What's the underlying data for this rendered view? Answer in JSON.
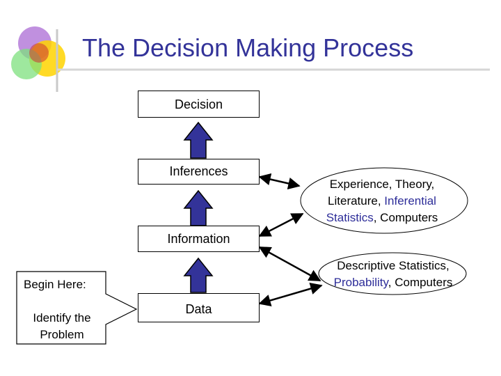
{
  "title": "The Decision Making Process",
  "colors": {
    "title": "#333399",
    "arrow_fill": "#333399",
    "highlight_text": "#2d2d99"
  },
  "steps": {
    "decision": "Decision",
    "inferences": "Inferences",
    "information": "Information",
    "data": "Data"
  },
  "start": {
    "begin": "Begin Here:",
    "identify": "Identify the Problem"
  },
  "notes": {
    "inference_sources": {
      "part1": "Experience, Theory, Literature, ",
      "part2": "Inferential Statistics",
      "part3": ", Computers"
    },
    "information_sources": {
      "part1": "Descriptive Statistics, ",
      "part2": "Probability",
      "part3": ", Computers"
    }
  }
}
